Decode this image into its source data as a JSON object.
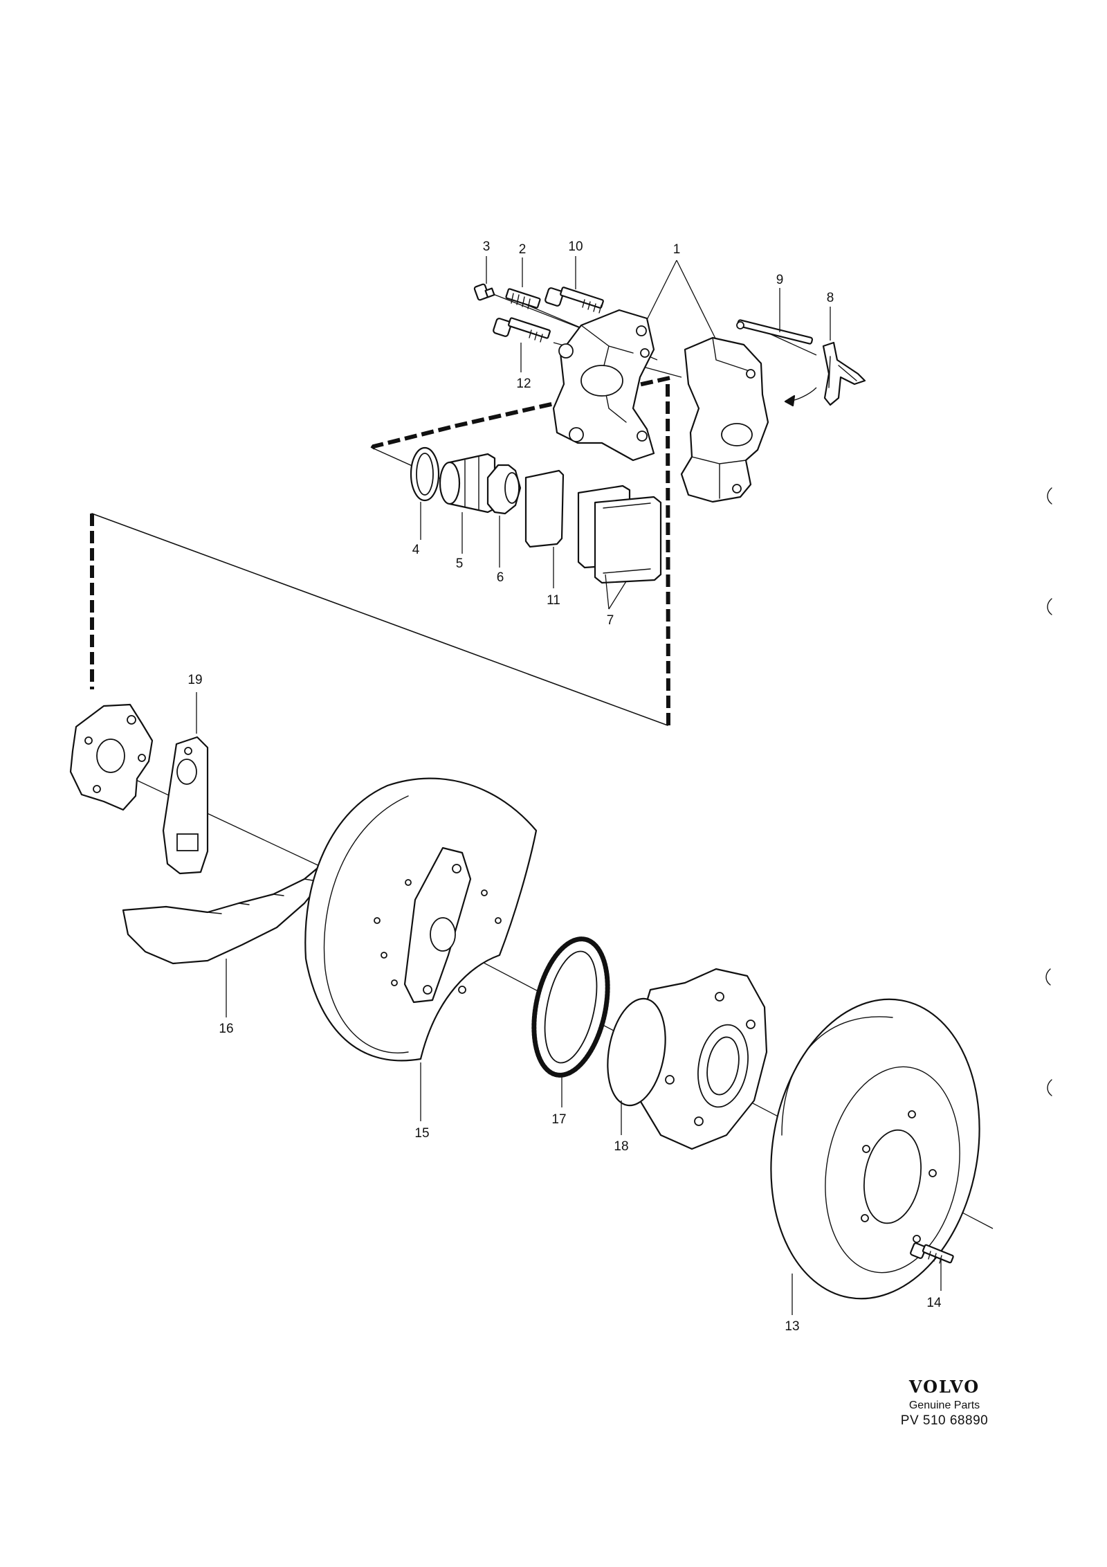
{
  "diagram": {
    "callouts": [
      "1",
      "2",
      "3",
      "4",
      "5",
      "6",
      "7",
      "8",
      "9",
      "10",
      "11",
      "12",
      "13",
      "14",
      "15",
      "16",
      "17",
      "18",
      "19"
    ]
  },
  "brand": {
    "name": "VOLVO",
    "tagline": "Genuine Parts",
    "code": "PV 510 68890"
  }
}
